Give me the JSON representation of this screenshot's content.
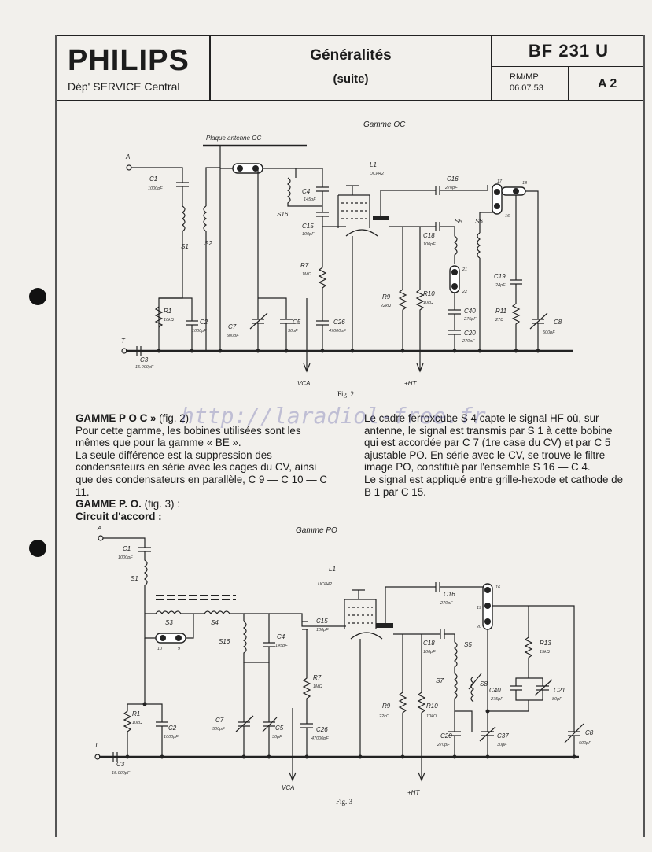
{
  "header": {
    "brand": "PHILIPS",
    "department": "Dép' SERVICE Central",
    "title": "Généralités",
    "subtitle": "(suite)",
    "model": "BF 231 U",
    "ref_code": "RM/MP",
    "ref_date": "06.07.53",
    "page_code": "A 2"
  },
  "watermark": "http://laradiol-free.fr",
  "figure2": {
    "heading": "Gamme OC",
    "caption": "Fig. 2",
    "labels": {
      "antenna": "A",
      "earth": "T",
      "plate": "Plaque antenne OC",
      "C1": "C1",
      "C1v": "1000pF",
      "S1": "S1",
      "S2": "S2",
      "R1": "R1",
      "R1v": "10kΩ",
      "C2": "C2",
      "C2v": "1000pF",
      "C3": "C3",
      "C3v": "15.000pF",
      "C7": "C7",
      "C7v": "500pF",
      "C5": "C5",
      "C5v": "30pF",
      "C4": "C4",
      "C4v": "145pF",
      "S16": "S16",
      "C15": "C15",
      "C15v": "100pF",
      "R7": "R7",
      "R7v": "1MΩ",
      "C26": "C26",
      "C26v": "47000pF",
      "L1": "L1",
      "tube": "UCH42",
      "C16": "C16",
      "C16v": "270pF",
      "C18": "C18",
      "C18v": "100pF",
      "S5": "S5",
      "S6": "S6",
      "R9": "R9",
      "R9v": "22kΩ",
      "R10": "R10",
      "R10v": "10kΩ",
      "C40": "C40",
      "C40v": "275pF",
      "C20": "C20",
      "C20v": "270pF",
      "C19": "C19",
      "C19v": "24pF",
      "R11": "R11",
      "R11v": "27Ω",
      "C8": "C8",
      "C8v": "500pF",
      "vca": "VCA",
      "ht": "+HT",
      "n21": "21",
      "n22": "22",
      "n17": "17",
      "n18": "18",
      "n16": "16"
    }
  },
  "body_text": {
    "left_heading": "GAMME P O C »",
    "left_heading_ref": "(fig. 2)",
    "left_p1": "Pour cette gamme, les bobines utilisées sont les mêmes que pour la gamme « BE ».",
    "left_p2": "La seule différence est la suppression des condensateurs en série avec les cages du CV, ainsi que des condensateurs en parallèle, C 9 — C 10 — C 11.",
    "left_heading2": "GAMME P. O.",
    "left_heading2_ref": "(fig. 3) :",
    "left_heading3": "Circuit d'accord :",
    "right_p1": "Le cadre ferroxcube S 4 capte le signal HF où, sur antenne, le signal est transmis par S 1 à cette bobine qui est accordée par C 7 (1re case du CV) et par C 5 ajustable PO. En série avec le CV, se trouve le filtre image PO, constitué par l'ensemble S 16 — C 4.",
    "right_p2": "Le signal est appliqué entre grille-hexode et cathode de B 1 par C 15."
  },
  "figure3": {
    "heading": "Gamme PO",
    "caption": "Fig. 3",
    "labels": {
      "antenna": "A",
      "earth": "T",
      "C1": "C1",
      "C1v": "1000pF",
      "S1": "S1",
      "S3": "S3",
      "S4": "S4",
      "n10": "10",
      "n9": "9",
      "S16": "S16",
      "C4": "C4",
      "C4v": "145pF",
      "C15": "C15",
      "C15v": "100pF",
      "R7": "R7",
      "R7v": "1MΩ",
      "L1": "L1",
      "tube": "UCH42",
      "C16": "C16",
      "C16v": "270pF",
      "C18": "C18",
      "C18v": "100pF",
      "S5": "S5",
      "S7": "S7",
      "S8": "S8",
      "R13": "R13",
      "R13v": "15kΩ",
      "C40": "C40",
      "C40v": "275pF",
      "C21": "C21",
      "C21v": "80pF",
      "R1": "R1",
      "R1v": "10kΩ",
      "C2": "C2",
      "C2v": "1000pF",
      "C7": "C7",
      "C7v": "500pF",
      "C5": "C5",
      "C5v": "30pF",
      "C26": "C26",
      "C26v": "47000pF",
      "R9": "R9",
      "R9v": "22kΩ",
      "R10": "R10",
      "R10v": "10kΩ",
      "C20": "C20",
      "C20v": "270pF",
      "C37": "C37",
      "C37v": "30pF",
      "C8": "C8",
      "C8v": "500pF",
      "C3": "C3",
      "C3v": "15.000pF",
      "vca": "VCA",
      "ht": "+HT",
      "n16": "16",
      "n19": "19",
      "n20": "20"
    }
  }
}
